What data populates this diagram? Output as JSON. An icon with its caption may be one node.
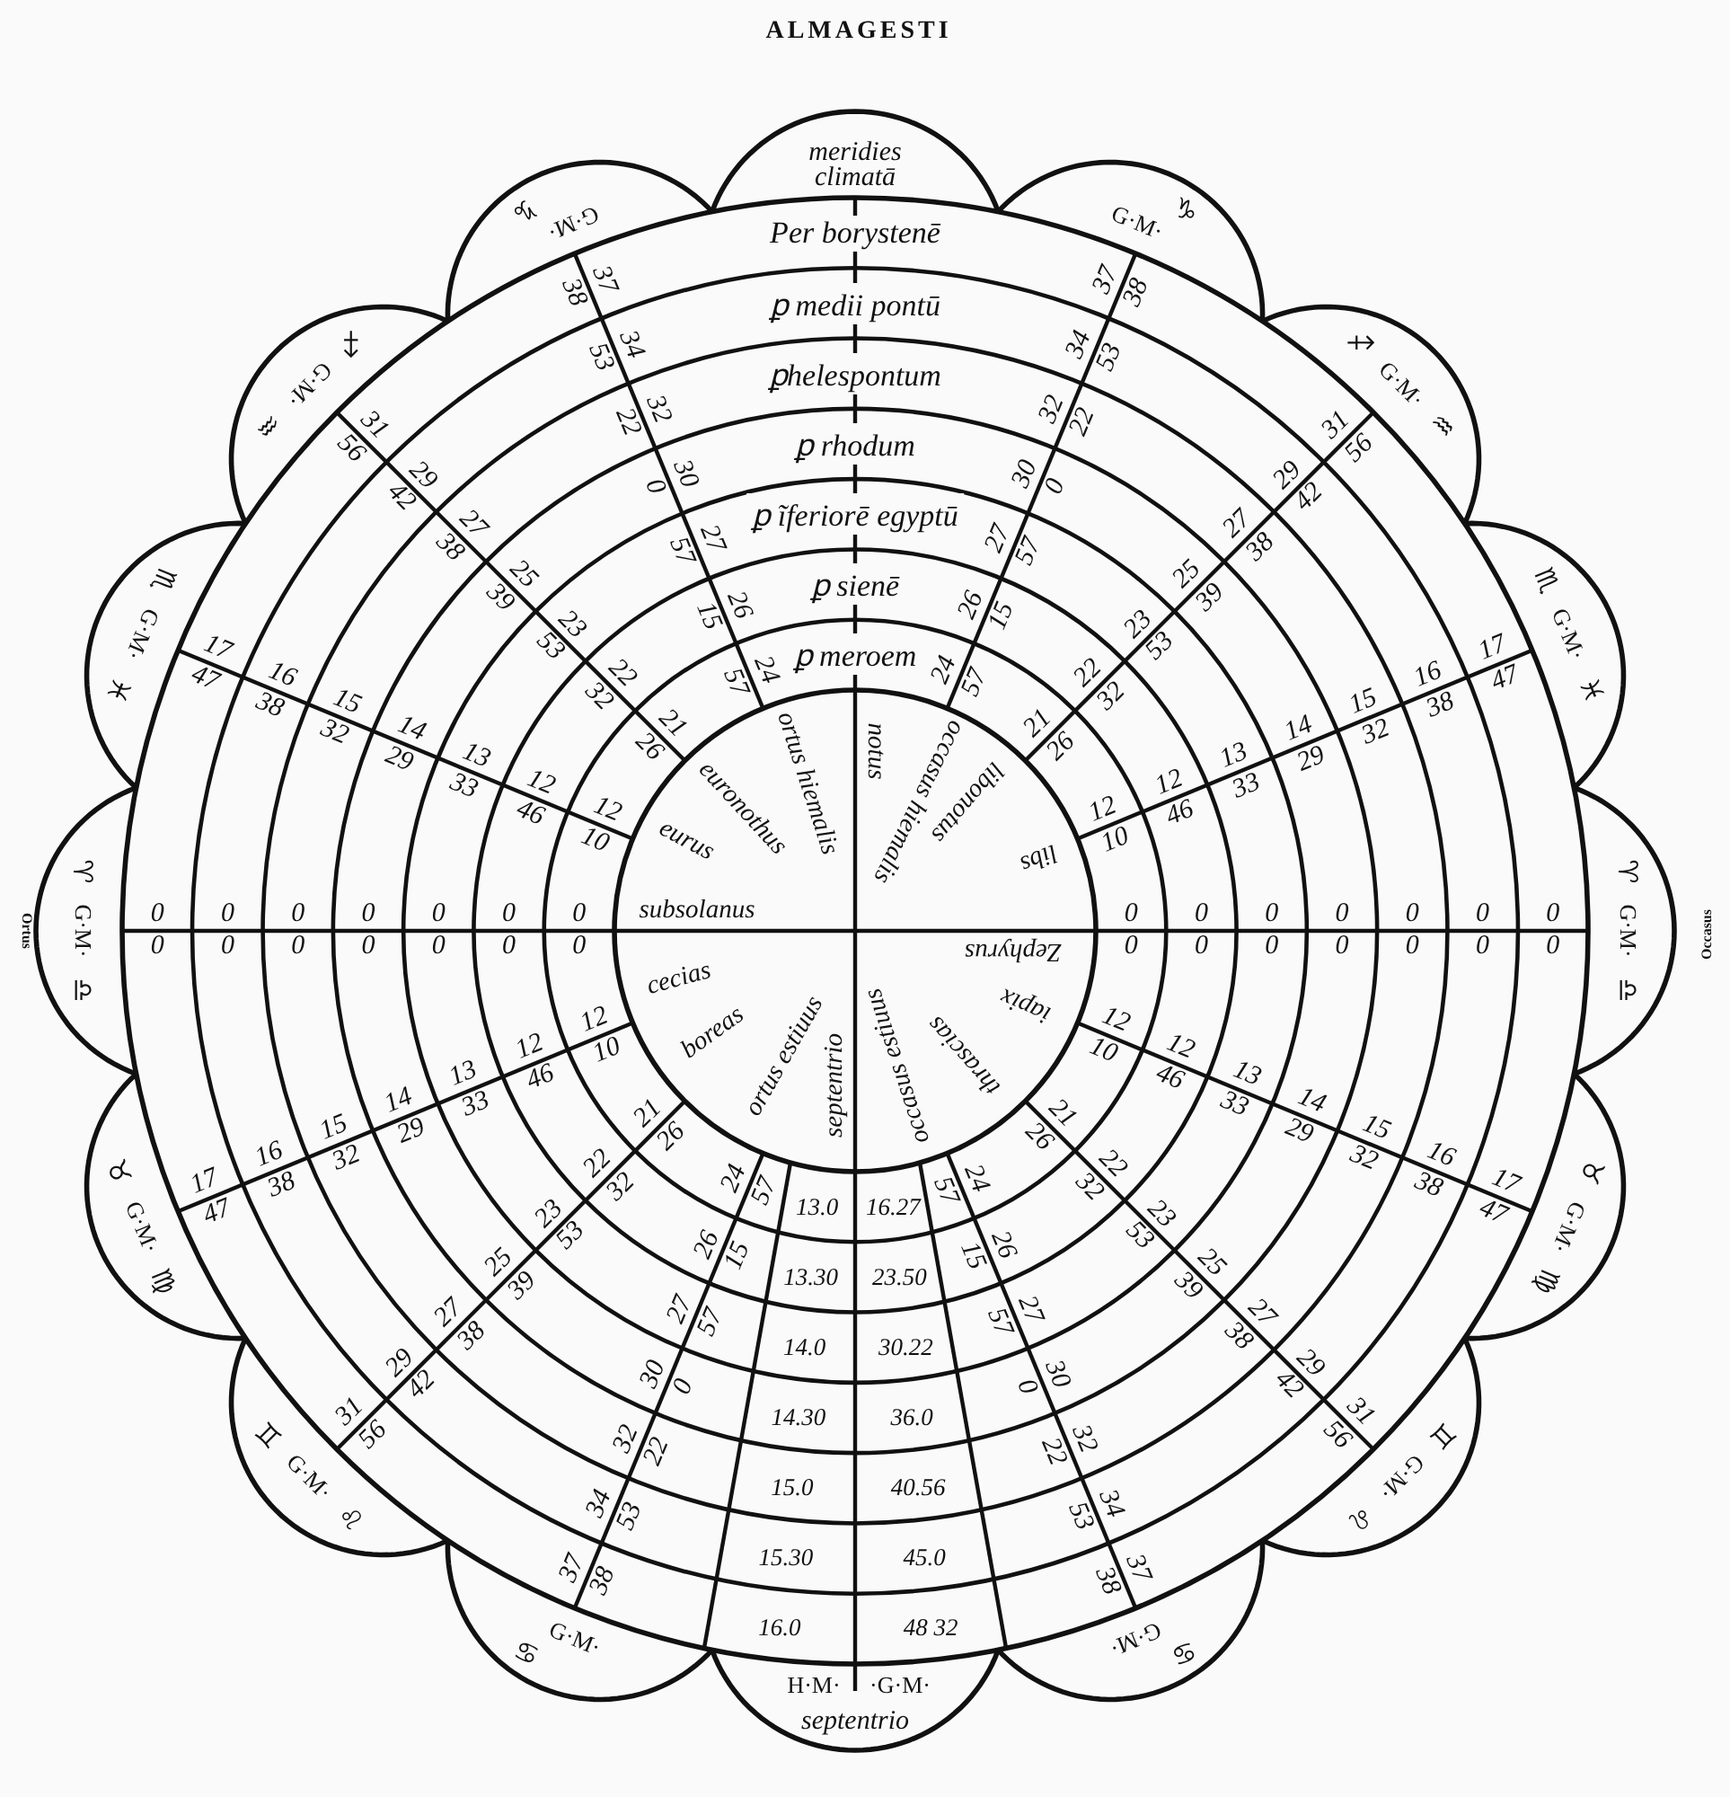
{
  "diagram": {
    "title": "ALMAGESTI",
    "labels": [
      "meridies climatā",
      "G·M·",
      "♑",
      "G·M·",
      "♑",
      "♐",
      "G·M·",
      "♒",
      "♐",
      "G·M·",
      "♒",
      "♏",
      "G·M·",
      "♓",
      "♏",
      "G·M·",
      "♓",
      "Ortus",
      "♈",
      "G·M·",
      "♎",
      "♈",
      "G·M·",
      "♎",
      "Occasus",
      "♉",
      "G·M·",
      "♍",
      "♉",
      "G·M·",
      "♍",
      "♊",
      "G·M·",
      "♌",
      "♊",
      "G·M·",
      "♌",
      "G·M·",
      "♋",
      "G·M·",
      "♋",
      "H·M·",
      "·G·M·",
      "septentrio",
      "37",
      "38",
      "Per borystenē",
      "37",
      "38",
      "31",
      "56",
      "31",
      "56",
      "17",
      "47",
      "17",
      "47",
      "0",
      "0",
      "0",
      "0",
      "17",
      "47",
      "17",
      "47",
      "31",
      "56",
      "31",
      "56",
      "37",
      "38",
      "16.0",
      "48 32",
      "37",
      "38",
      "34",
      "53",
      "ꝑ medii pontū",
      "34",
      "53",
      "29",
      "42",
      "29",
      "42",
      "16",
      "38",
      "16",
      "38",
      "0",
      "0",
      "0",
      "0",
      "16",
      "38",
      "16",
      "38",
      "29",
      "42",
      "29",
      "42",
      "34",
      "53",
      "15.30",
      "45.0",
      "34",
      "53",
      "32",
      "22",
      "ꝑhelespontum",
      "32",
      "22",
      "27",
      "38",
      "27",
      "38",
      "15",
      "32",
      "15",
      "32",
      "0",
      "0",
      "0",
      "0",
      "15",
      "32",
      "15",
      "32",
      "27",
      "38",
      "27",
      "38",
      "32",
      "22",
      "15.0",
      "40.56",
      "32",
      "22",
      "30",
      "0",
      "ꝑ rhodum",
      "30",
      "0",
      "25",
      "39",
      "25",
      "39",
      "14",
      "29",
      "14",
      "29",
      "0",
      "0",
      "0",
      "0",
      "14",
      "29",
      "14",
      "29",
      "25",
      "39",
      "25",
      "39",
      "30",
      "0",
      "14.30",
      "36.0",
      "30",
      "0",
      "27",
      "57",
      "ꝑ ĩferiorē egyptū",
      "27",
      "57",
      "23",
      "53",
      "23",
      "53",
      "13",
      "33",
      "13",
      "33",
      "0",
      "0",
      "0",
      "0",
      "13",
      "33",
      "13",
      "33",
      "23",
      "53",
      "23",
      "53",
      "27",
      "57",
      "14.0",
      "30.22",
      "27",
      "57",
      "26",
      "15",
      "ꝑ sienē",
      "26",
      "15",
      "22",
      "32",
      "22",
      "32",
      "12",
      "46",
      "12",
      "46",
      "0",
      "0",
      "0",
      "0",
      "12",
      "46",
      "12",
      "46",
      "22",
      "32",
      "22",
      "32",
      "26",
      "15",
      "13.30",
      "23.50",
      "26",
      "15",
      "24",
      "57",
      "ꝑ meroem",
      "24",
      "57",
      "21",
      "26",
      "21",
      "26",
      "12",
      "10",
      "12",
      "10",
      "0",
      "0",
      "0",
      "0",
      "12",
      "10",
      "12",
      "10",
      "21",
      "26",
      "21",
      "26",
      "24",
      "57",
      "13.0",
      "16.27",
      "24",
      "57",
      "eurus",
      "euronothus",
      "ortus hiemalis",
      "notus",
      "occasus hiemalis",
      "libonotus",
      "libs",
      "subsolanus",
      "Zephyrus",
      "cecias",
      "boreas",
      "ortus estiuus",
      "septentrio",
      "occasus estiuus",
      "thrascias",
      "iapix"
    ]
  }
}
